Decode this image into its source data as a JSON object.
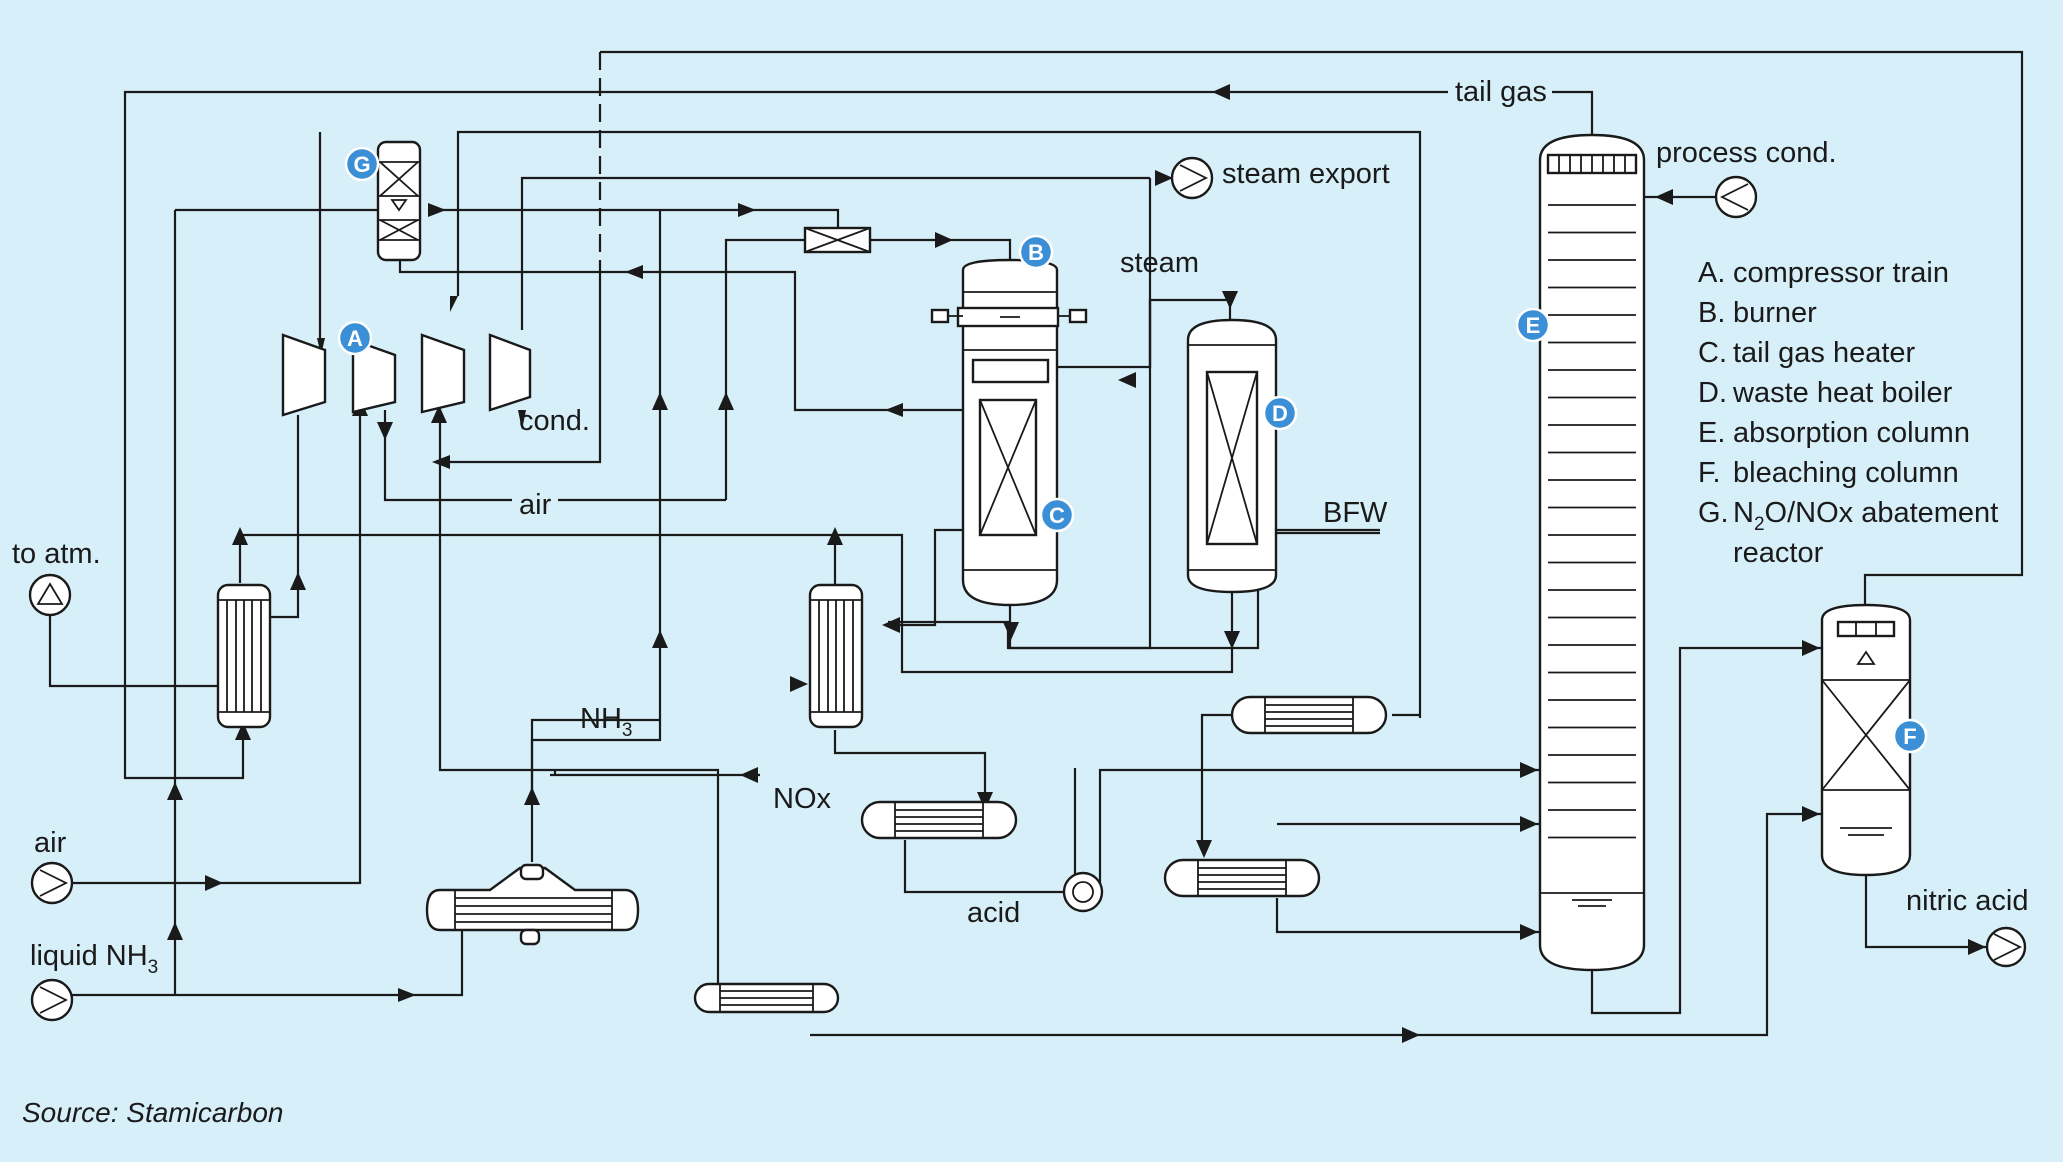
{
  "diagram": {
    "stream_labels": {
      "tail_gas": "tail gas",
      "steam_export": "steam export",
      "process_cond": "process cond.",
      "steam": "steam",
      "cond": "cond.",
      "air_mid": "air",
      "to_atm": "to atm.",
      "bfw": "BFW",
      "nh3_mid": "NH",
      "nh3_mid_sub": "3",
      "nox": "NOx",
      "acid": "acid",
      "air_inlet": "air",
      "liquid_nh3": "liquid NH",
      "liquid_nh3_sub": "3",
      "nitric_acid": "nitric acid"
    },
    "badges": {
      "A": "A",
      "B": "B",
      "C": "C",
      "D": "D",
      "E": "E",
      "F": "F",
      "G": "G"
    },
    "legend": [
      {
        "key": "A.",
        "text": "compressor train"
      },
      {
        "key": "B.",
        "text": "burner"
      },
      {
        "key": "C.",
        "text": "tail gas heater"
      },
      {
        "key": "D.",
        "text": "waste heat boiler"
      },
      {
        "key": "E.",
        "text": "absorption column"
      },
      {
        "key": "F.",
        "text": "bleaching column"
      }
    ],
    "legend_g": {
      "key": "G.",
      "pre": "N",
      "sub": "2",
      "post": "O/NOx abatement",
      "line2": "reactor"
    },
    "source": "Source: Stamicarbon"
  },
  "colors": {
    "background": "#d7eff9",
    "badge": "#3a8fd6",
    "line": "#1a1a1a"
  }
}
